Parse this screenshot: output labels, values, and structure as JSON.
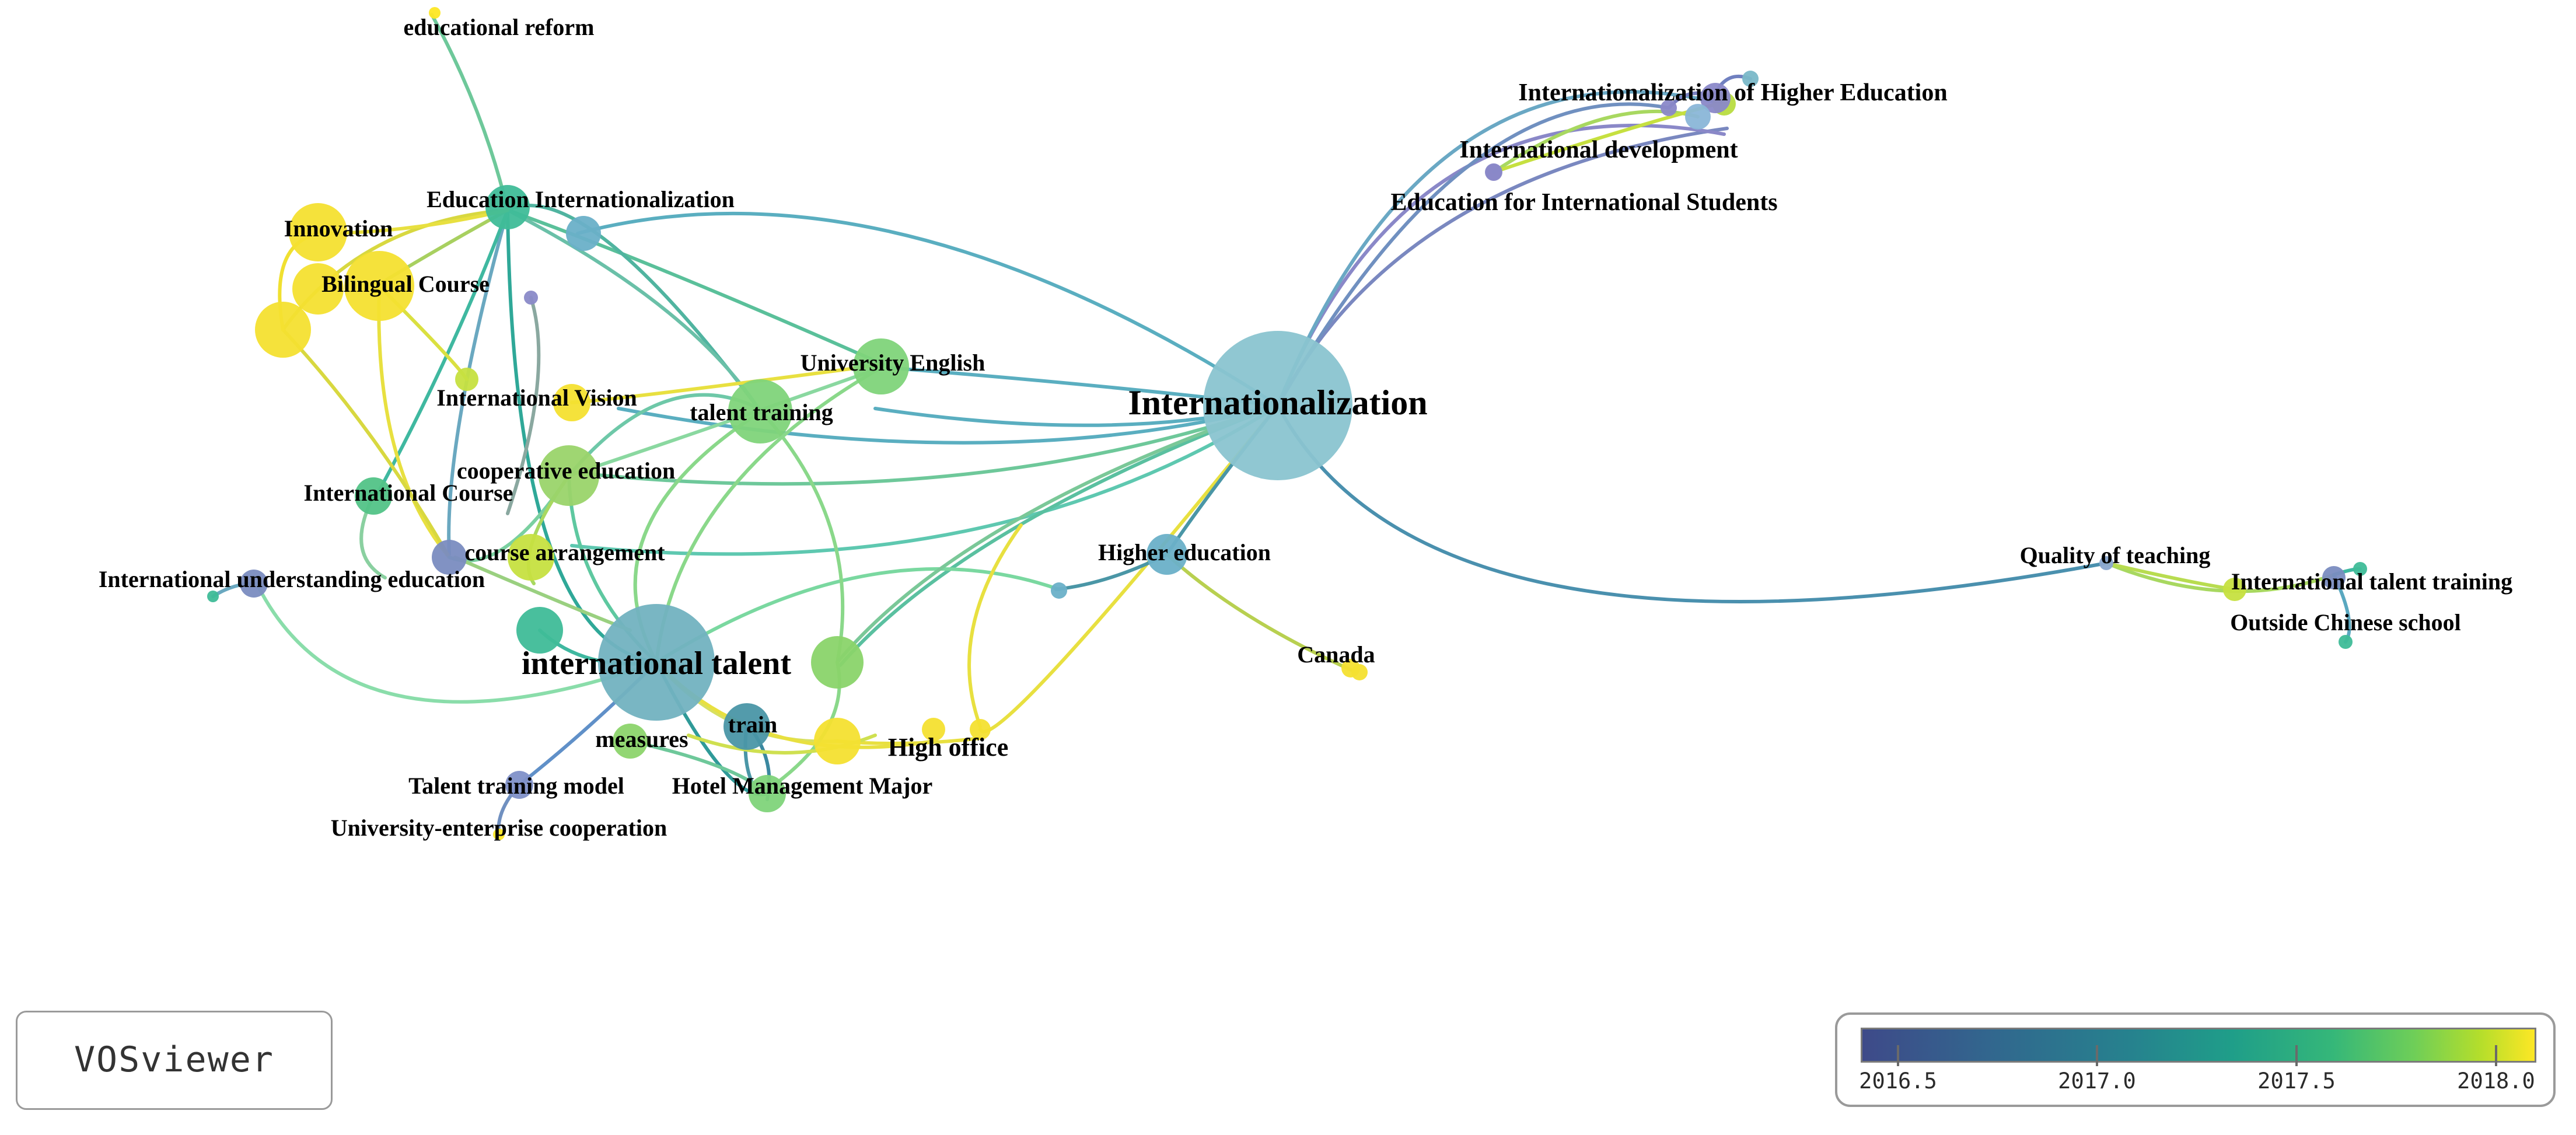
{
  "network": {
    "nodes": [
      {
        "id": "internationalization",
        "label": "Internationalization",
        "color": "#8ac4d0"
      },
      {
        "id": "international_talent",
        "label": "international talent",
        "color": "#72b2c0"
      },
      {
        "id": "educational_reform",
        "label": "educational reform",
        "color": "#fde725"
      },
      {
        "id": "education_internationalization",
        "label": "Education Internationalization",
        "color": "#3fbc98"
      },
      {
        "id": "innovation",
        "label": "Innovation",
        "color": "#f4e030"
      },
      {
        "id": "bilingual_course",
        "label": "Bilingual Course",
        "color": "#f4e030"
      },
      {
        "id": "international_vision",
        "label": "International Vision",
        "color": "#f4e030"
      },
      {
        "id": "talent_training",
        "label": "talent training",
        "color": "#7fd47a"
      },
      {
        "id": "university_english",
        "label": "University English",
        "color": "#7fd47a"
      },
      {
        "id": "cooperative_education",
        "label": "cooperative education",
        "color": "#9ad46a"
      },
      {
        "id": "international_course",
        "label": "International Course",
        "color": "#52c387"
      },
      {
        "id": "course_arrangement",
        "label": "course arrangement",
        "color": "#c6e040"
      },
      {
        "id": "international_understanding_education",
        "label": "International understanding education",
        "color": "#7a8cc0"
      },
      {
        "id": "higher_education",
        "label": "Higher education",
        "color": "#6ab0c8"
      },
      {
        "id": "canada",
        "label": "Canada",
        "color": "#f4e030"
      },
      {
        "id": "train",
        "label": "train",
        "color": "#4a96a6"
      },
      {
        "id": "measures",
        "label": "measures",
        "color": "#8cd46c"
      },
      {
        "id": "high_office",
        "label": "High office",
        "color": "#f4e030"
      },
      {
        "id": "talent_training_model",
        "label": "Talent training model",
        "color": "#8090c8"
      },
      {
        "id": "hotel_management_major",
        "label": "Hotel Management Major",
        "color": "#7fd47a"
      },
      {
        "id": "university_enterprise_cooperation",
        "label": "University-enterprise cooperation",
        "color": "#fde725"
      },
      {
        "id": "internationalization_of_higher_education",
        "label": "Internationalization of Higher Education",
        "color": "#8a88c8"
      },
      {
        "id": "international_development",
        "label": "International development",
        "color": "#8a88c8"
      },
      {
        "id": "education_for_international_students",
        "label": "Education for International Students",
        "color": "#8ab6d8"
      },
      {
        "id": "quality_of_teaching",
        "label": "Quality of teaching",
        "color": "#8aa8d0"
      },
      {
        "id": "international_talent_training",
        "label": "International talent training",
        "color": "#c6e040"
      },
      {
        "id": "outside_chinese_school",
        "label": "Outside Chinese school",
        "color": "#7a8cc0"
      }
    ]
  },
  "legend": {
    "ticks": [
      "2016.5",
      "2017.0",
      "2017.5",
      "2018.0"
    ],
    "colors": [
      "#3e4a89",
      "#31688e",
      "#26828e",
      "#1f9e89",
      "#35b779",
      "#6ece58",
      "#b5de2b",
      "#fde725"
    ]
  },
  "brand": {
    "name": "VOSviewer"
  }
}
